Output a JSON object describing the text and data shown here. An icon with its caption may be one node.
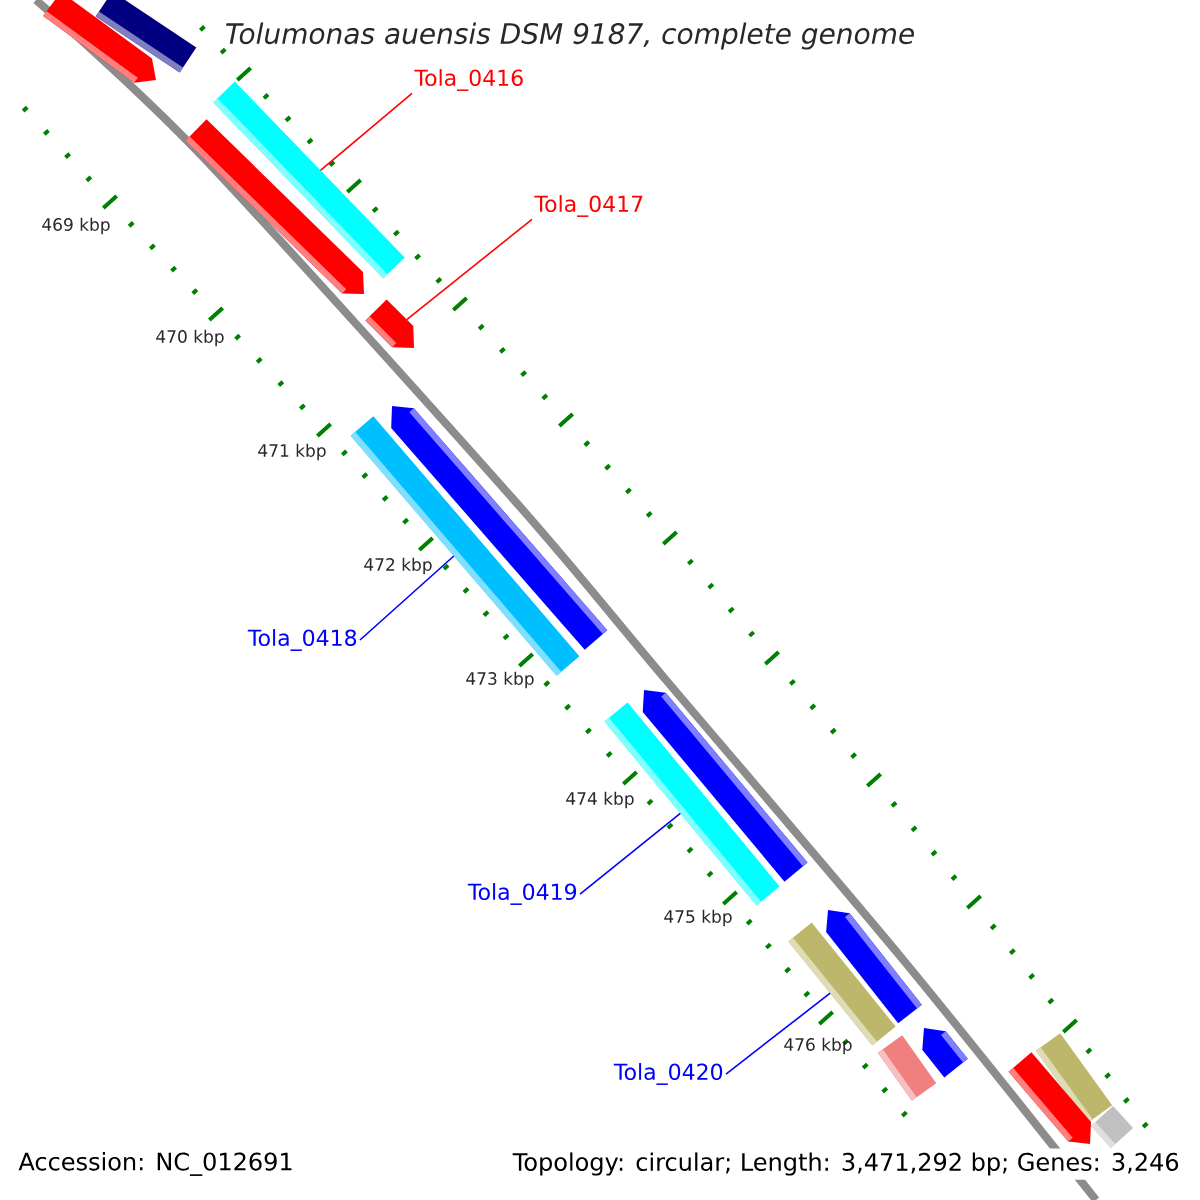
{
  "diagram": {
    "title": "Tolumonas auensis DSM 9187, complete genome",
    "nodes": [
      {
        "text": [],
        "shape": "pentagon"
      },
      {
        "text": [],
        "shape": "bar"
      },
      {
        "text": [
          "Tola_0416"
        ]
      },
      {
        "text": [],
        "shape": "bar"
      },
      {
        "text": [],
        "shape": "pentagon"
      },
      {
        "text": [
          "Tola_0417"
        ]
      },
      {
        "text": [],
        "shape": "pentagon"
      },
      {
        "text": [],
        "shape": "pentagon"
      },
      {
        "text": [],
        "shape": "bar"
      },
      {
        "text": [
          "Tola_0418"
        ]
      },
      {
        "text": [],
        "shape": "pentagon"
      },
      {
        "text": [],
        "shape": "bar"
      },
      {
        "text": [
          "Tola_0419"
        ]
      },
      {
        "text": [],
        "shape": "pentagon"
      },
      {
        "text": [],
        "shape": "bar"
      },
      {
        "text": [],
        "shape": "bar"
      },
      {
        "text": [],
        "shape": "pentagon"
      },
      {
        "text": [
          "Tola_0420"
        ]
      },
      {
        "text": [],
        "shape": "bar"
      },
      {
        "text": [],
        "shape": "pentagon"
      },
      {
        "text": [],
        "shape": "bar"
      }
    ],
    "edges": [
      {
        "from": 2,
        "to": 3,
        "arrow": "none",
        "color": "#ff0000"
      },
      {
        "from": 5,
        "to": 6,
        "arrow": "none",
        "color": "#ff0000"
      },
      {
        "from": 9,
        "to": 8,
        "arrow": "none"
      },
      {
        "from": 12,
        "to": 11,
        "arrow": "none"
      },
      {
        "from": 17,
        "to": 14,
        "arrow": "none"
      }
    ],
    "labels": [
      "469 kbp",
      "470 kbp",
      "471 kbp",
      "472 kbp",
      "473 kbp",
      "474 kbp",
      "475 kbp",
      "476 kbp",
      "Accession: NC_012691",
      "Topology: circular; Length: 3,471,292 bp; Genes: 3,246"
    ]
  }
}
